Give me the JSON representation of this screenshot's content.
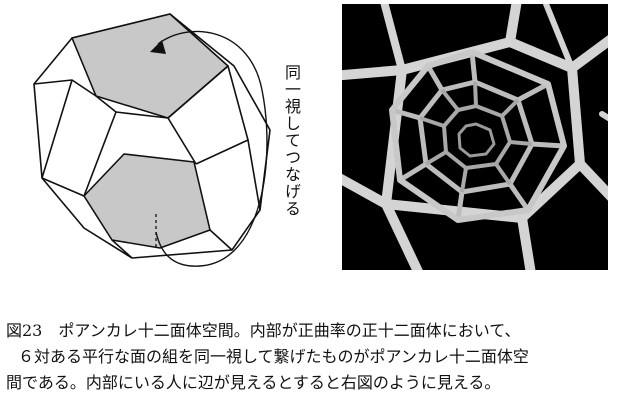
{
  "figure_left": {
    "label": "同一視してつなげる"
  },
  "caption": {
    "line1": "図23　ポアンカレ十二面体空間。内部が正曲率の正十二面体において、",
    "line2": "６対ある平行な面の組を同一視して繋げたものがポアンカレ十二面体空",
    "line3": "間である。内部にいる人に辺が見えるとすると右図のように見える。"
  },
  "colors": {
    "shaded_face": "#c8c8c8",
    "edge": "#111111",
    "tile_dark": "#000000",
    "tile_light": "#d4d4d4"
  }
}
